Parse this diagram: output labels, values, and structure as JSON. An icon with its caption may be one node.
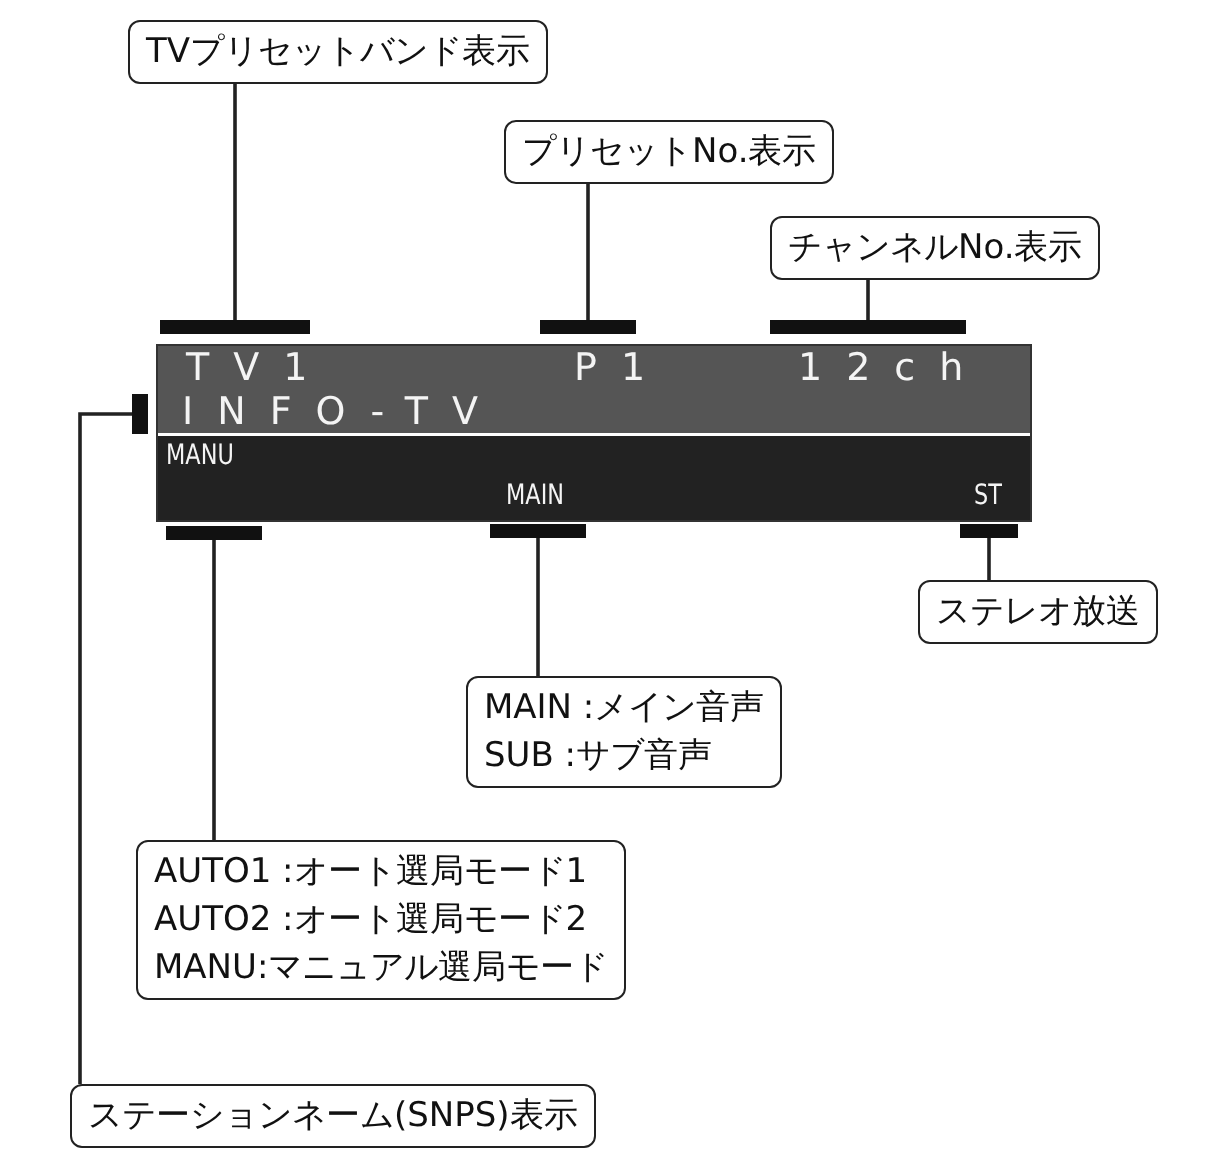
{
  "diagram": {
    "nodes": [
      {
        "text": [
          "TV1",
          "P1",
          "12ch",
          "INFO-TV",
          "MANU",
          "MAIN",
          "ST"
        ]
      },
      {
        "text": [
          "TVプリセットバンド表示"
        ]
      },
      {
        "text": [],
        "shape": "bar"
      },
      {
        "text": [
          "プリセットNo.表示"
        ]
      },
      {
        "text": [],
        "shape": "bar"
      },
      {
        "text": [
          "チャンネルNo.表示"
        ]
      },
      {
        "text": [],
        "shape": "bar"
      },
      {
        "text": [],
        "shape": "bar"
      },
      {
        "text": [],
        "shape": "bar"
      },
      {
        "text": [],
        "shape": "bar"
      },
      {
        "text": [],
        "shape": "bar"
      },
      {
        "text": [
          "ステレオ放送"
        ]
      },
      {
        "text": [
          "MAIN :メイン音声",
          "SUB :サブ音声"
        ]
      },
      {
        "text": [
          "AUTO1 :オート選局モード1",
          "AUTO2 :オート選局モード2",
          "MANU:マニュアル選局モード"
        ]
      },
      {
        "text": [
          "ステーションネーム(SNPS)表示"
        ]
      }
    ],
    "edges": [
      {
        "from": 1,
        "to": 2,
        "arrow": "none"
      },
      {
        "from": 3,
        "to": 4,
        "arrow": "none"
      },
      {
        "from": 5,
        "to": 6,
        "arrow": "none"
      },
      {
        "from": 14,
        "to": 7,
        "arrow": "none"
      },
      {
        "from": 13,
        "to": 8,
        "arrow": "none"
      },
      {
        "from": 12,
        "to": 9,
        "arrow": "none"
      },
      {
        "from": 11,
        "to": 10,
        "arrow": "none"
      }
    ]
  }
}
